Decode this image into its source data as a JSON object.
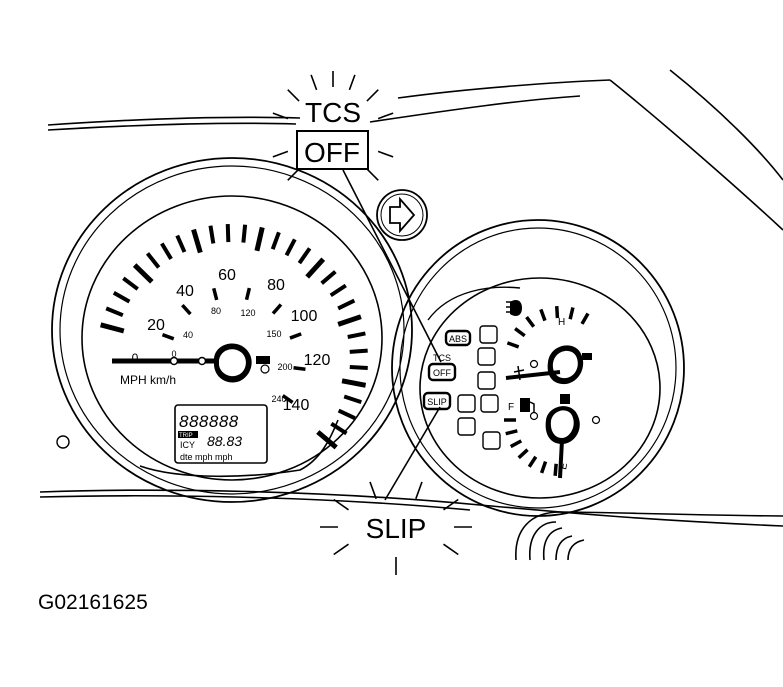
{
  "callouts": {
    "tcs_label": "TCS",
    "off_label": "OFF",
    "slip_label": "SLIP"
  },
  "speedometer": {
    "mph_ticks": [
      "20",
      "40",
      "60",
      "80",
      "100",
      "120",
      "140"
    ],
    "kmh_ticks": [
      "40",
      "80",
      "120",
      "150",
      "200",
      "240"
    ],
    "zero_mph": "0",
    "zero_kmh": "0",
    "units_label": "MPH km/h"
  },
  "odometer_display": {
    "top_digits": "888888",
    "badge": "TRIP",
    "icy_label": "ICY",
    "bottom_digits": "88.83",
    "unit_labels": "dte  mph  mph"
  },
  "indicators": {
    "abs": "ABS",
    "tcs": "TCS",
    "tcs_off": "OFF",
    "slip": "SLIP"
  },
  "gauges": {
    "temp_high": "H",
    "fuel_full": "F",
    "fuel_empty": "E"
  },
  "figure_id": "G02161625",
  "colors": {
    "ink": "#000000",
    "paper": "#ffffff"
  }
}
